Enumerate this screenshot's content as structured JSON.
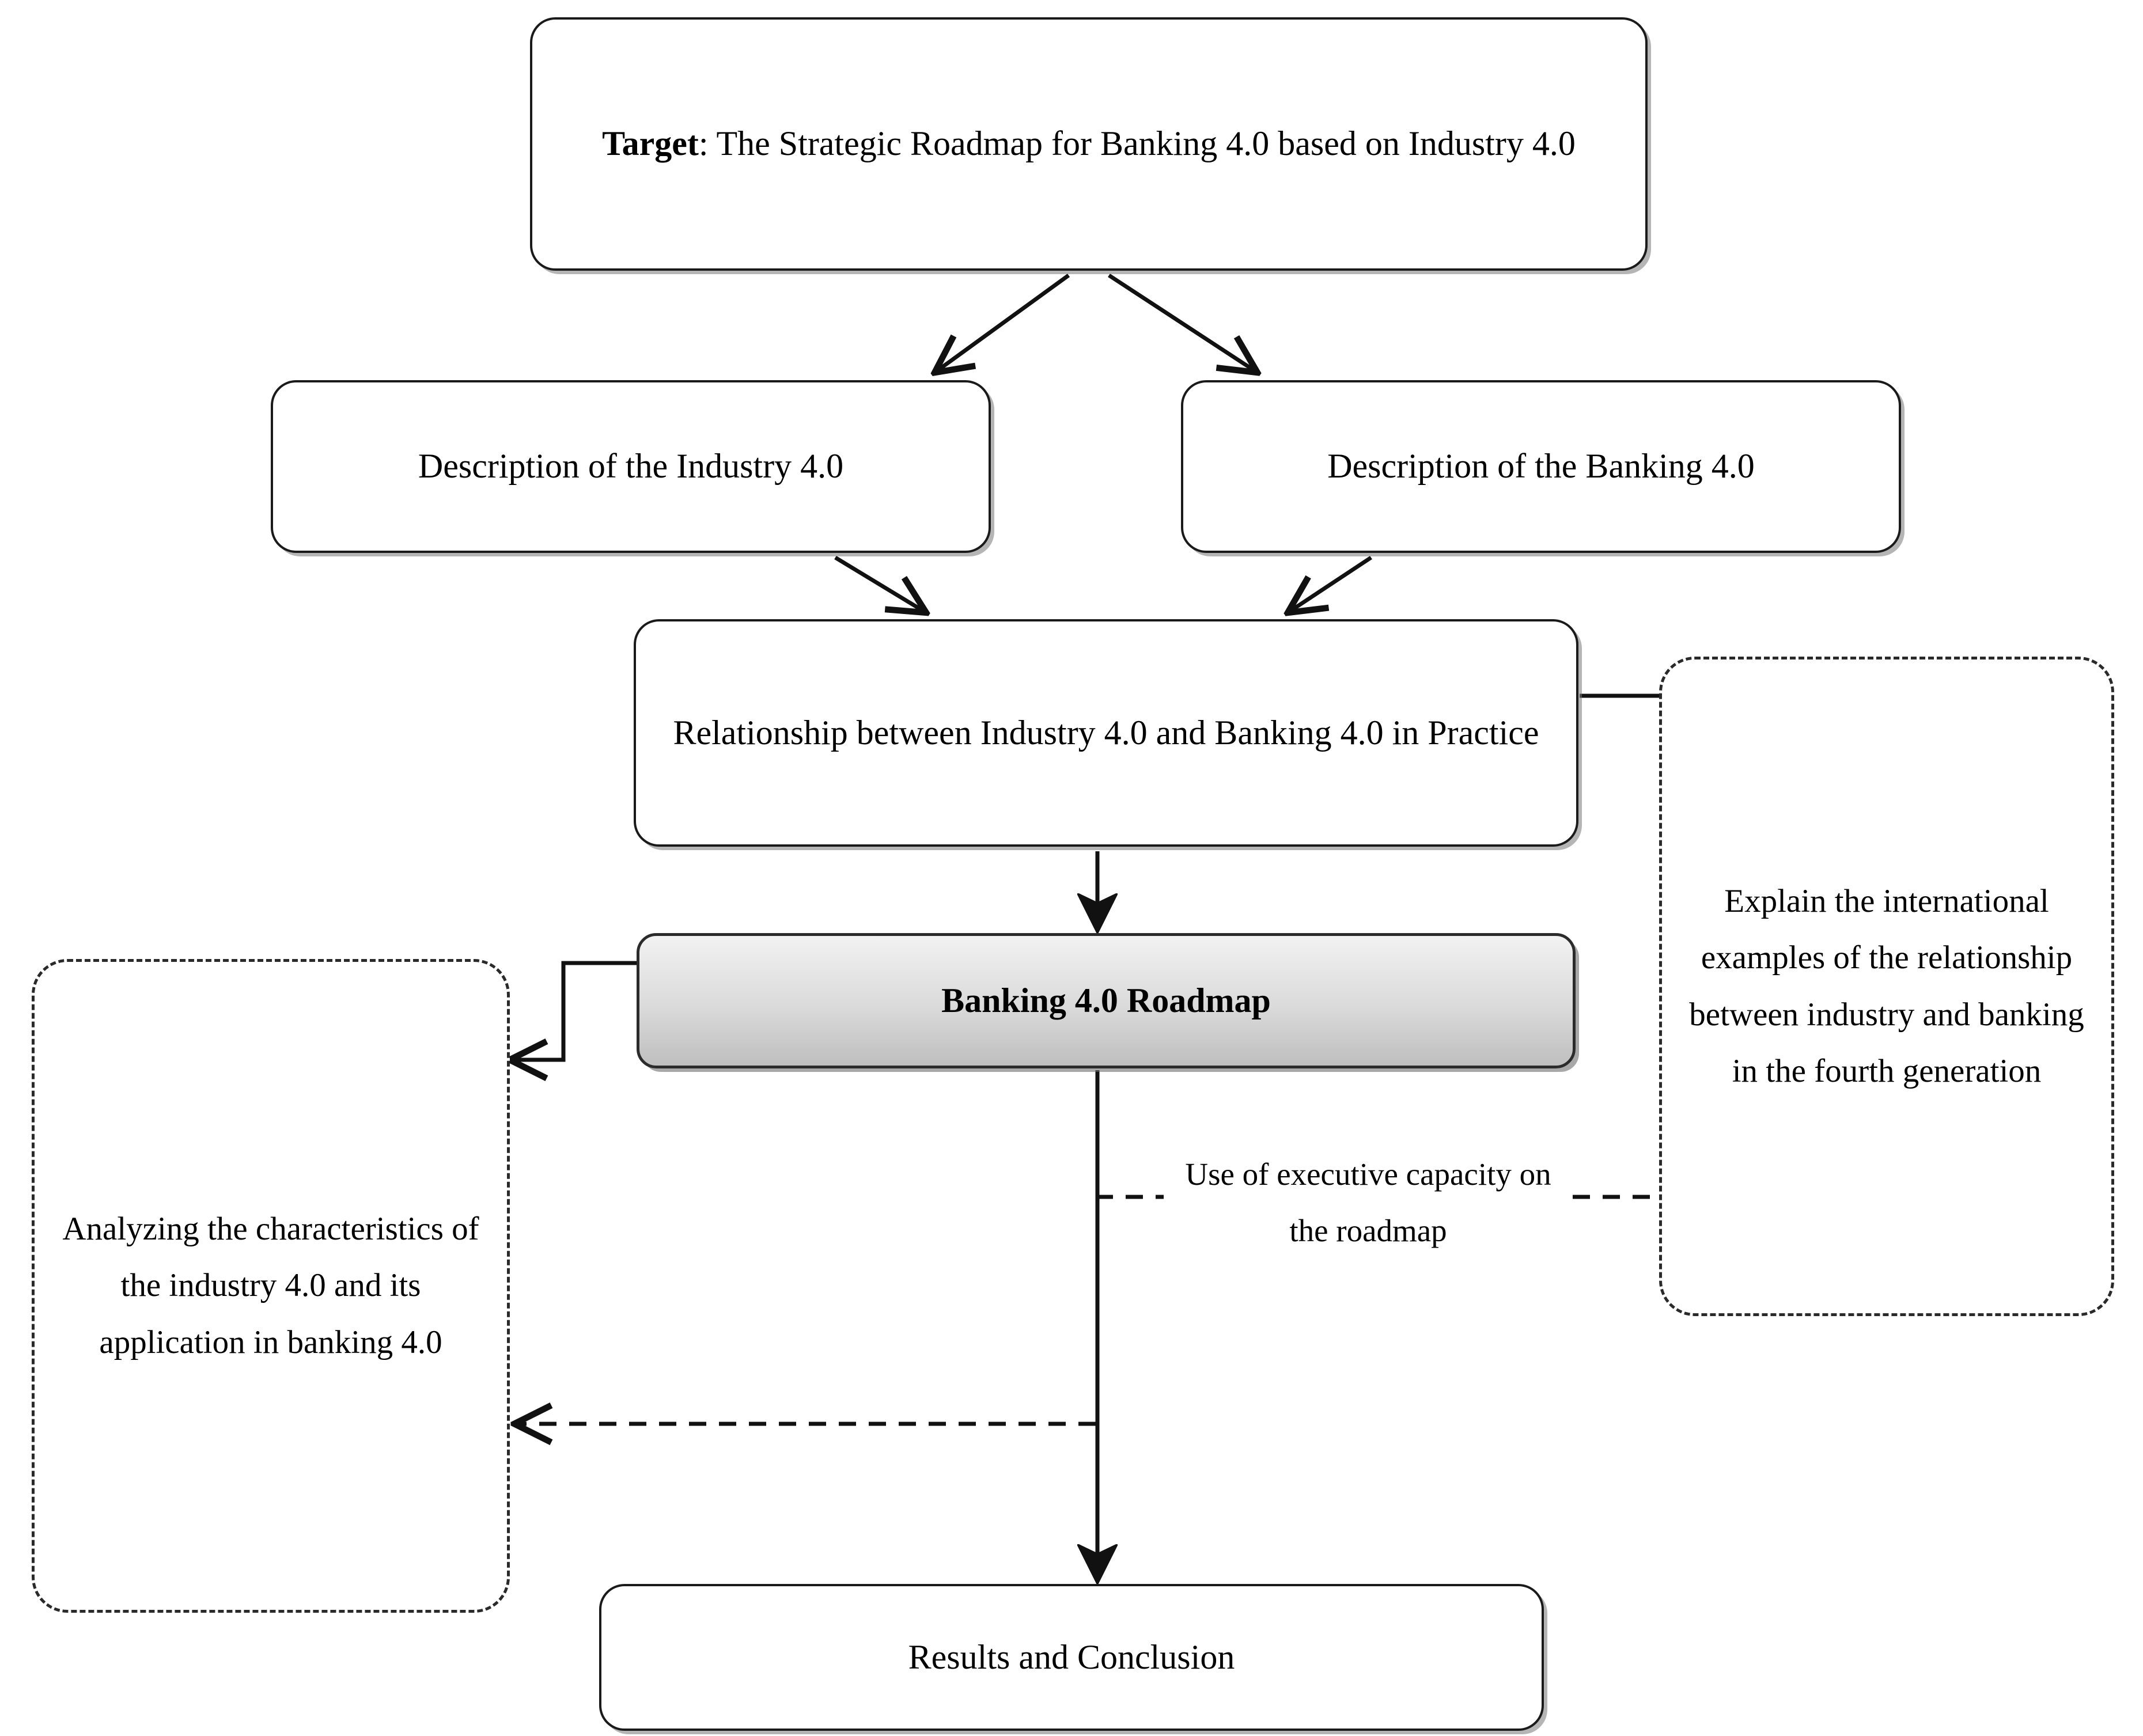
{
  "diagram": {
    "type": "flowchart",
    "title": "Research framework flowchart for the Strategic Roadmap for Banking 4.0",
    "nodes": {
      "target": {
        "label_bold": "Target",
        "label_rest": ": The Strategic Roadmap for Banking 4.0 based on Industry 4.0",
        "style": "solid-rounded"
      },
      "desc_industry": {
        "label": "Description of the Industry 4.0",
        "style": "solid-rounded"
      },
      "desc_banking": {
        "label": "Description of the Banking 4.0",
        "style": "solid-rounded"
      },
      "relationship": {
        "label": "Relationship between Industry 4.0 and Banking 4.0 in Practice",
        "style": "solid-rounded"
      },
      "roadmap": {
        "label": "Banking 4.0 Roadmap",
        "style": "gradient-rounded-bold"
      },
      "results": {
        "label": "Results and Conclusion",
        "style": "solid-rounded"
      },
      "explain": {
        "label": "Explain the international examples of the relationship between industry and banking in the fourth generation",
        "style": "dashed-rounded"
      },
      "analyzing": {
        "label": "Analyzing the characteristics of the industry 4.0 and its application in banking 4.0",
        "style": "dashed-rounded"
      }
    },
    "edge_labels": {
      "executive_capacity": "Use of executive capacity on the roadmap"
    },
    "edges": [
      {
        "from": "target",
        "to": "desc_industry",
        "style": "solid",
        "arrow": "open"
      },
      {
        "from": "target",
        "to": "desc_banking",
        "style": "solid",
        "arrow": "open"
      },
      {
        "from": "desc_industry",
        "to": "relationship",
        "style": "solid",
        "arrow": "open"
      },
      {
        "from": "desc_banking",
        "to": "relationship",
        "style": "solid",
        "arrow": "open"
      },
      {
        "from": "relationship",
        "to": "roadmap",
        "style": "solid",
        "arrow": "filled"
      },
      {
        "from": "relationship",
        "to": "explain",
        "style": "solid-elbow",
        "arrow": "open"
      },
      {
        "from": "roadmap",
        "to": "analyzing",
        "style": "solid-elbow",
        "arrow": "open"
      },
      {
        "from": "roadmap",
        "to": "results",
        "style": "solid",
        "arrow": "filled"
      },
      {
        "from": "roadmap_trunk",
        "to": "analyzing",
        "style": "dashed",
        "arrow": "open"
      },
      {
        "from": "roadmap_trunk",
        "to": "explain",
        "style": "dashed",
        "arrow": "none",
        "label": "executive_capacity"
      }
    ],
    "colors": {
      "stroke": "#1a1a1a",
      "box_fill": "#ffffff",
      "gradient_top": "#f2f2f2",
      "gradient_bottom": "#bfbfbf",
      "shadow": "#787878",
      "text": "#000000"
    }
  }
}
